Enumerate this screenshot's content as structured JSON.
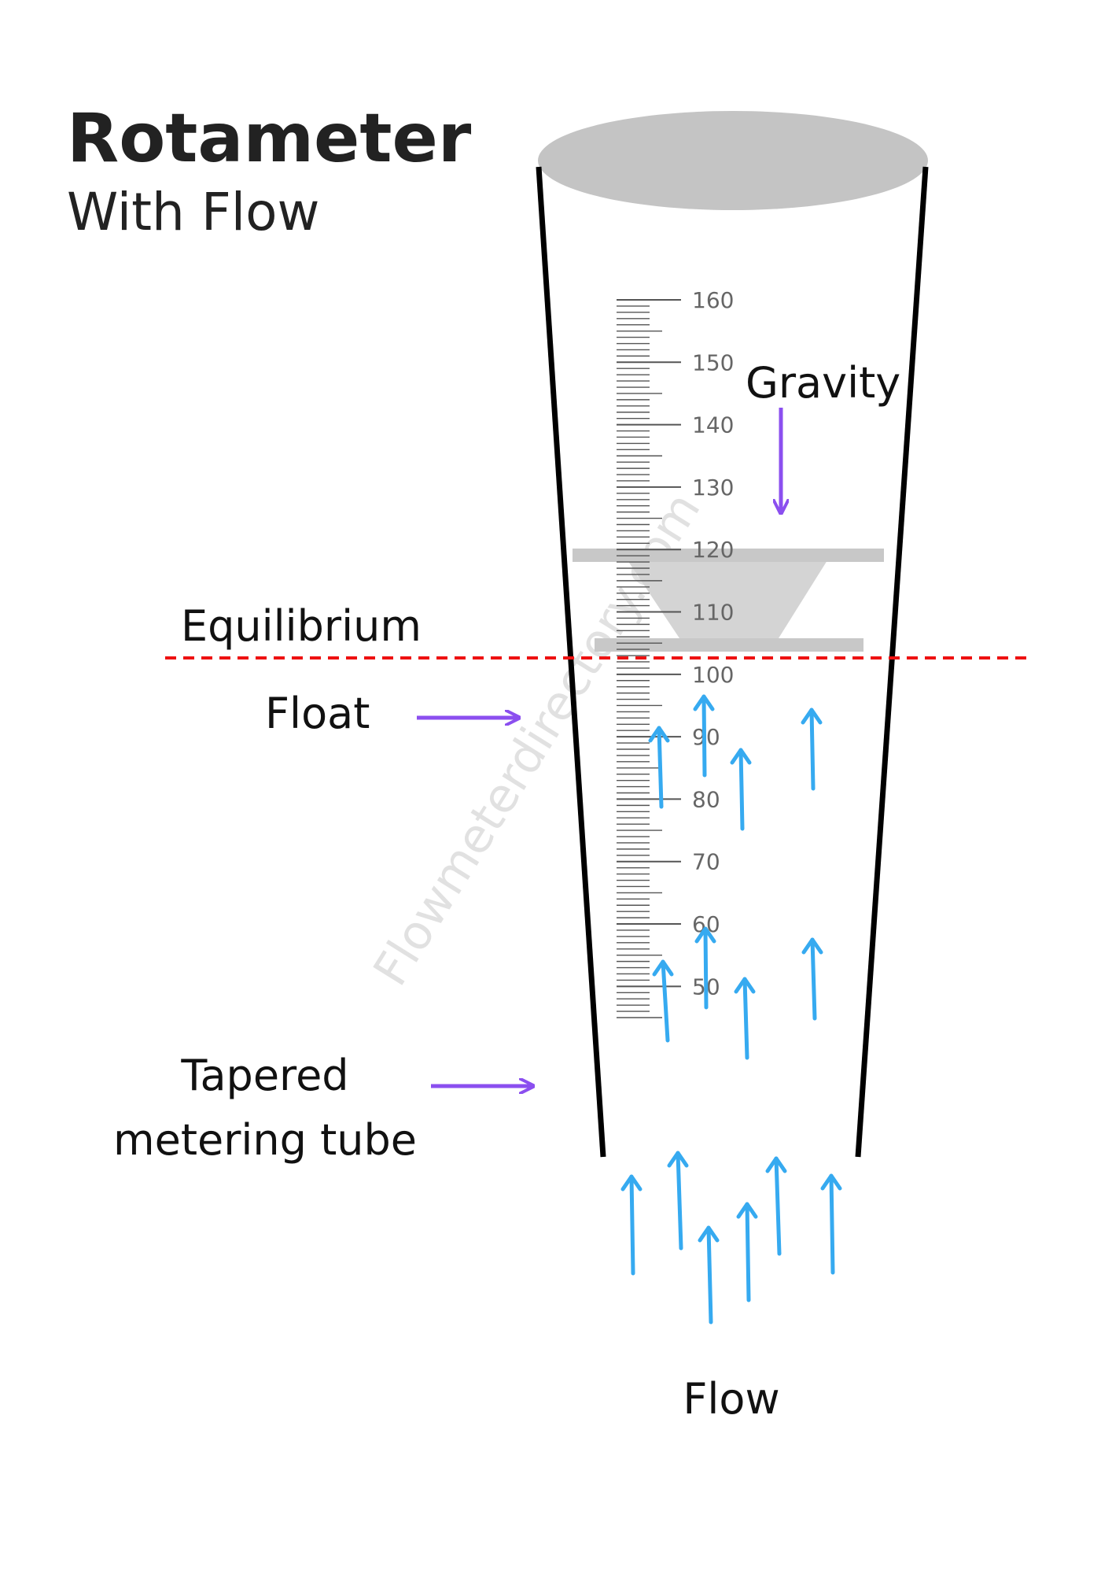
{
  "title": "Rotameter",
  "subtitle": "With Flow",
  "labels": {
    "gravity": "Gravity",
    "equilibrium": "Equilibrium",
    "float": "Float",
    "tube_line1": "Tapered",
    "tube_line2": "metering tube",
    "flow": "Flow"
  },
  "watermark": "Flowmeterdirectory.com",
  "scale": {
    "min": 45,
    "max": 160,
    "major_step": 10,
    "minor_step": 1,
    "major_labels": [
      "160",
      "150",
      "140",
      "130",
      "120",
      "110",
      "100",
      "90",
      "80",
      "70",
      "60",
      "50"
    ]
  },
  "float_reading": 105,
  "colors": {
    "tube": "#000000",
    "tube_top": "#c4c4c4",
    "float": "#d4d4d4",
    "float_plates": "#c8c8c8",
    "scale_lines": "#555555",
    "scale_text": "#666666",
    "label_arrows": "#8b4fef",
    "flow_arrows": "#36aaf0",
    "equilibrium_line": "#ee1111",
    "watermark": "#bdbdbd"
  },
  "icons": {
    "label_arrows": "right-arrow-icon",
    "gravity_arrow": "down-arrow-icon",
    "flow_arrows": "up-arrow-icon"
  }
}
